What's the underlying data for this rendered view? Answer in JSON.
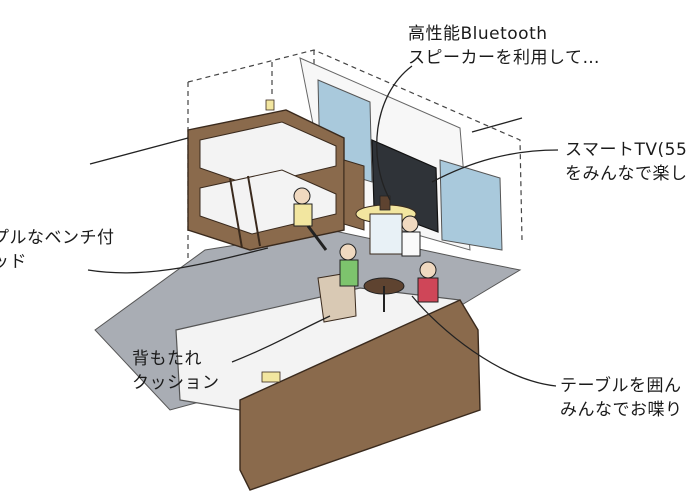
{
  "callouts": {
    "speaker": {
      "line1": "高性能Bluetooth",
      "line2": "スピーカーを利用して…"
    },
    "tv": {
      "line1": "スマートTV(55",
      "line2": "をみんなで楽し"
    },
    "bench": {
      "line1": "プルなベンチ付",
      "line2": "ッド"
    },
    "cushion": {
      "line1": "背もたれ",
      "line2": "クッション"
    },
    "table": {
      "line1": "テーブルを囲ん",
      "line2": "みんなでお喋り"
    }
  },
  "colors": {
    "wood": "#8a6a4c",
    "wood_dark": "#5e4330",
    "floor": "#a9adb4",
    "bedding": "#f3f3f3",
    "glass": "#a9c9dc",
    "tv": "#2f3338",
    "accent_yellow": "#f2e6a0",
    "person_green": "#7dc46d",
    "person_red": "#cf4658"
  }
}
